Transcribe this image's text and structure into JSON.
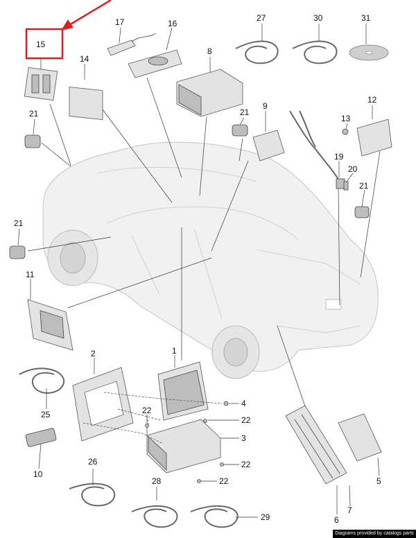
{
  "callouts": {
    "c1": "1",
    "c2": "2",
    "c3": "3",
    "c4": "4",
    "c5": "5",
    "c6": "6",
    "c7": "7",
    "c8": "8",
    "c9": "9",
    "c10": "10",
    "c11": "11",
    "c12": "12",
    "c13": "13",
    "c14": "14",
    "c15": "15",
    "c16": "16",
    "c17": "17",
    "c19": "19",
    "c20": "20",
    "c21a": "21",
    "c21b": "21",
    "c21c": "21",
    "c21d": "21",
    "c22a": "22",
    "c22b": "22",
    "c22c": "22",
    "c22d": "22",
    "c25": "25",
    "c26": "26",
    "c27": "27",
    "c28": "28",
    "c29": "29",
    "c30": "30",
    "c31": "31"
  },
  "highlight": {
    "color": "#e11b22"
  },
  "footer": {
    "credit": "Diagrams provided by catalogs parts"
  }
}
